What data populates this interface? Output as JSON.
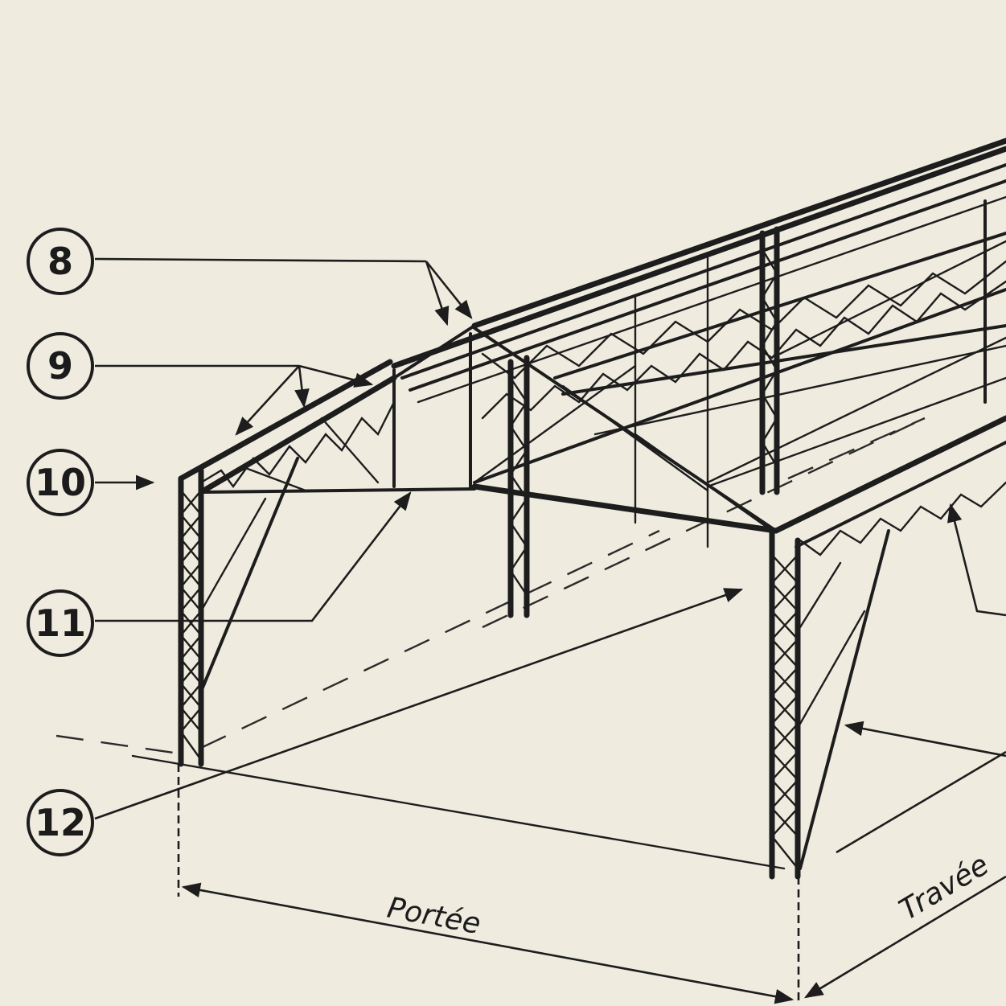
{
  "callouts": [
    {
      "id": "8",
      "label": "8"
    },
    {
      "id": "9",
      "label": "9"
    },
    {
      "id": "10",
      "label": "10"
    },
    {
      "id": "11",
      "label": "11"
    },
    {
      "id": "12",
      "label": "12"
    }
  ],
  "dimensions": {
    "span_label": "Portée",
    "bay_label": "Travée"
  },
  "colors": {
    "paper": "#efebdf",
    "ink": "#1d1d1d"
  }
}
